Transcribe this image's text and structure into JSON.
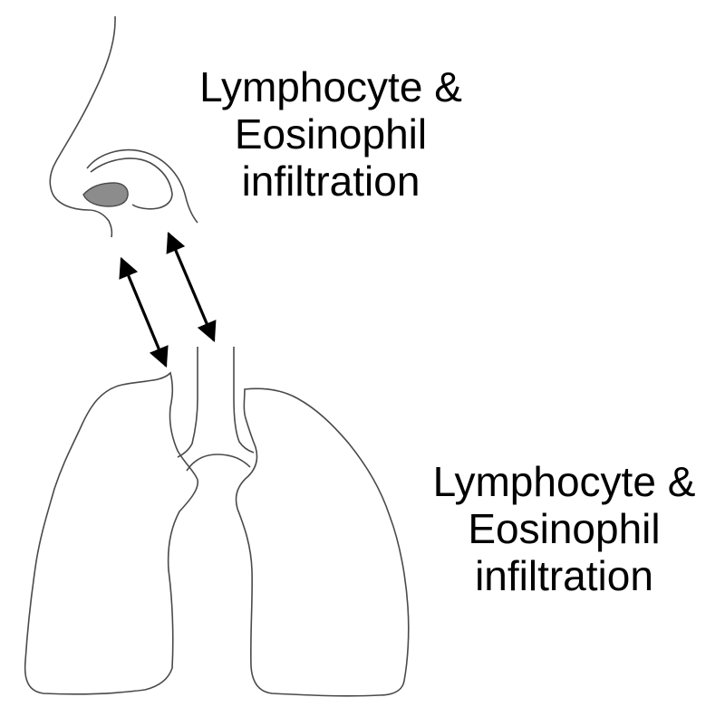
{
  "labels": {
    "upper": {
      "line1": "Lymphocyte &",
      "line2": "Eosinophil",
      "line3": "infiltration"
    },
    "lower": {
      "line1": "Lymphocyte &",
      "line2": "Eosinophil",
      "line3": "infiltration"
    }
  },
  "colors": {
    "outline": "#4a4a4a",
    "nostril_fill": "#8c8c8c",
    "arrow": "#000000",
    "background": "#ffffff"
  }
}
